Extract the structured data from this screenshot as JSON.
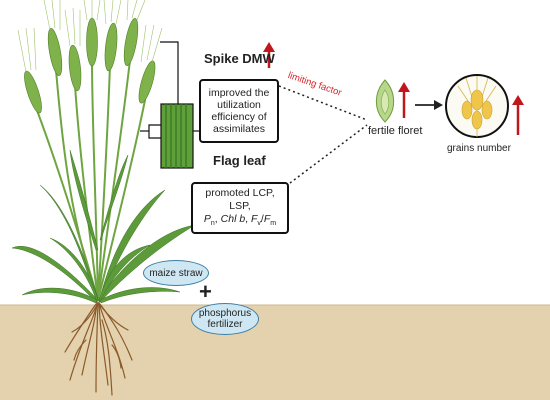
{
  "spike": {
    "heading": "Spike DMW",
    "box_text": "improved the utilization efficiency of assimilates"
  },
  "flag_leaf": {
    "heading": "Flag leaf"
  },
  "limiting_factor": "limiting factor",
  "fertile_floret": "fertile floret",
  "grains_number": "grains number",
  "maize_straw": "maize straw",
  "plus_sign": "+",
  "phosphorus_fertilizer": "phosphorus fertilizer",
  "colors": {
    "soil": "#e3d2ad",
    "up_arrow": "#c2161d",
    "pill_fill": "#cfe7f3",
    "wheat_green": "#6fa541",
    "root": "#8b5a2b"
  }
}
